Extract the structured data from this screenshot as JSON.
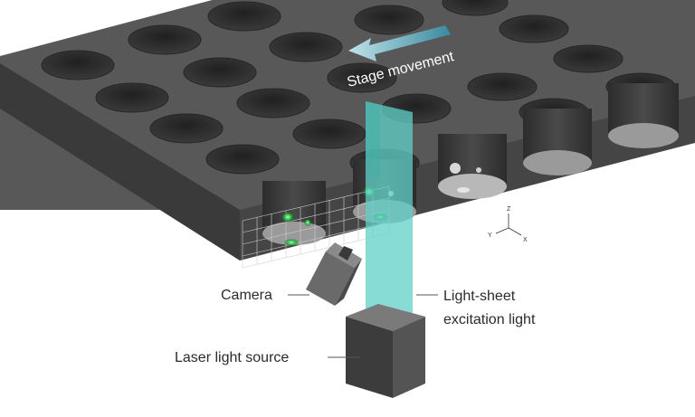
{
  "labels": {
    "stage_movement": "Stage movement",
    "camera": "Camera",
    "light_sheet_line1": "Light-sheet",
    "light_sheet_line2": "excitation light",
    "laser": "Laser light source"
  },
  "axes": {
    "z": "Z",
    "y": "Y",
    "x": "X"
  },
  "colors": {
    "plate_top": "#555555",
    "plate_side": "#3e3e3e",
    "well": "#2f2f2f",
    "sheet": "#5fd0c8",
    "arrow": "#4fa3b8",
    "fluorescence": "#2fbf4a"
  }
}
